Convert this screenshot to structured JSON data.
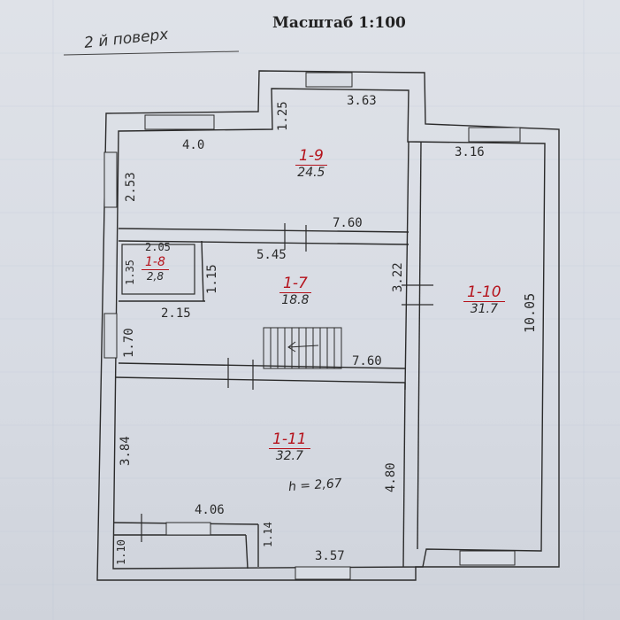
{
  "header": {
    "scale": "Масштаб 1:100",
    "floor": "2 й поверх"
  },
  "rooms": [
    {
      "id": "1-9",
      "area": "24.5"
    },
    {
      "id": "1-8",
      "area": "2,8"
    },
    {
      "id": "1-7",
      "area": "18.8"
    },
    {
      "id": "1-10",
      "area": "31.7"
    },
    {
      "id": "1-11",
      "area": "32.7"
    }
  ],
  "height_note": "h = 2,67",
  "dimensions": [
    "3.63",
    "1.25",
    "4.0",
    "2.53",
    "7.60",
    "5.45",
    "3.16",
    "2.05",
    "1.35",
    "1.15",
    "3.22",
    "10.05",
    "2.15",
    "1.70",
    "7.60",
    "3.84",
    "4.80",
    "4.06",
    "1.14",
    "3.57",
    "1.10"
  ],
  "colors": {
    "wall": "#2b2b2b",
    "paper": "#dfe2e8",
    "grid": "#b9c3d6",
    "room_id": "#b5121b"
  }
}
